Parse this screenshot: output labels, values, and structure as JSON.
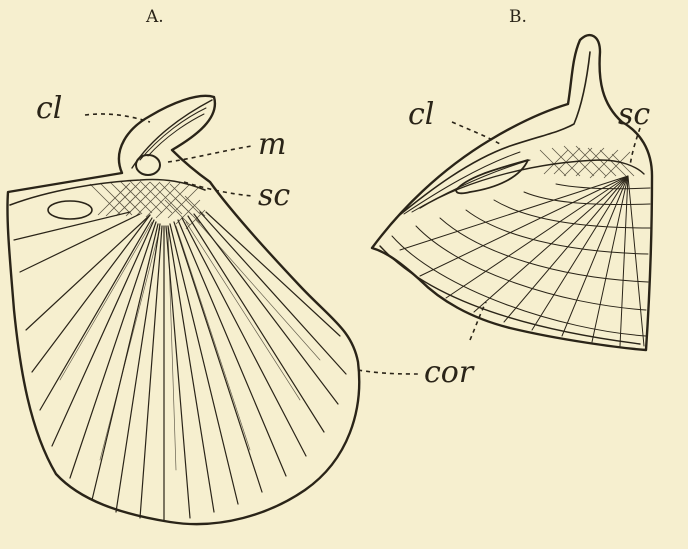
{
  "figure": {
    "panels": [
      {
        "title": "A.",
        "labels": [
          "cl",
          "m",
          "sc",
          "cor"
        ]
      },
      {
        "title": "B.",
        "labels": [
          "cl",
          "sc"
        ]
      }
    ]
  }
}
